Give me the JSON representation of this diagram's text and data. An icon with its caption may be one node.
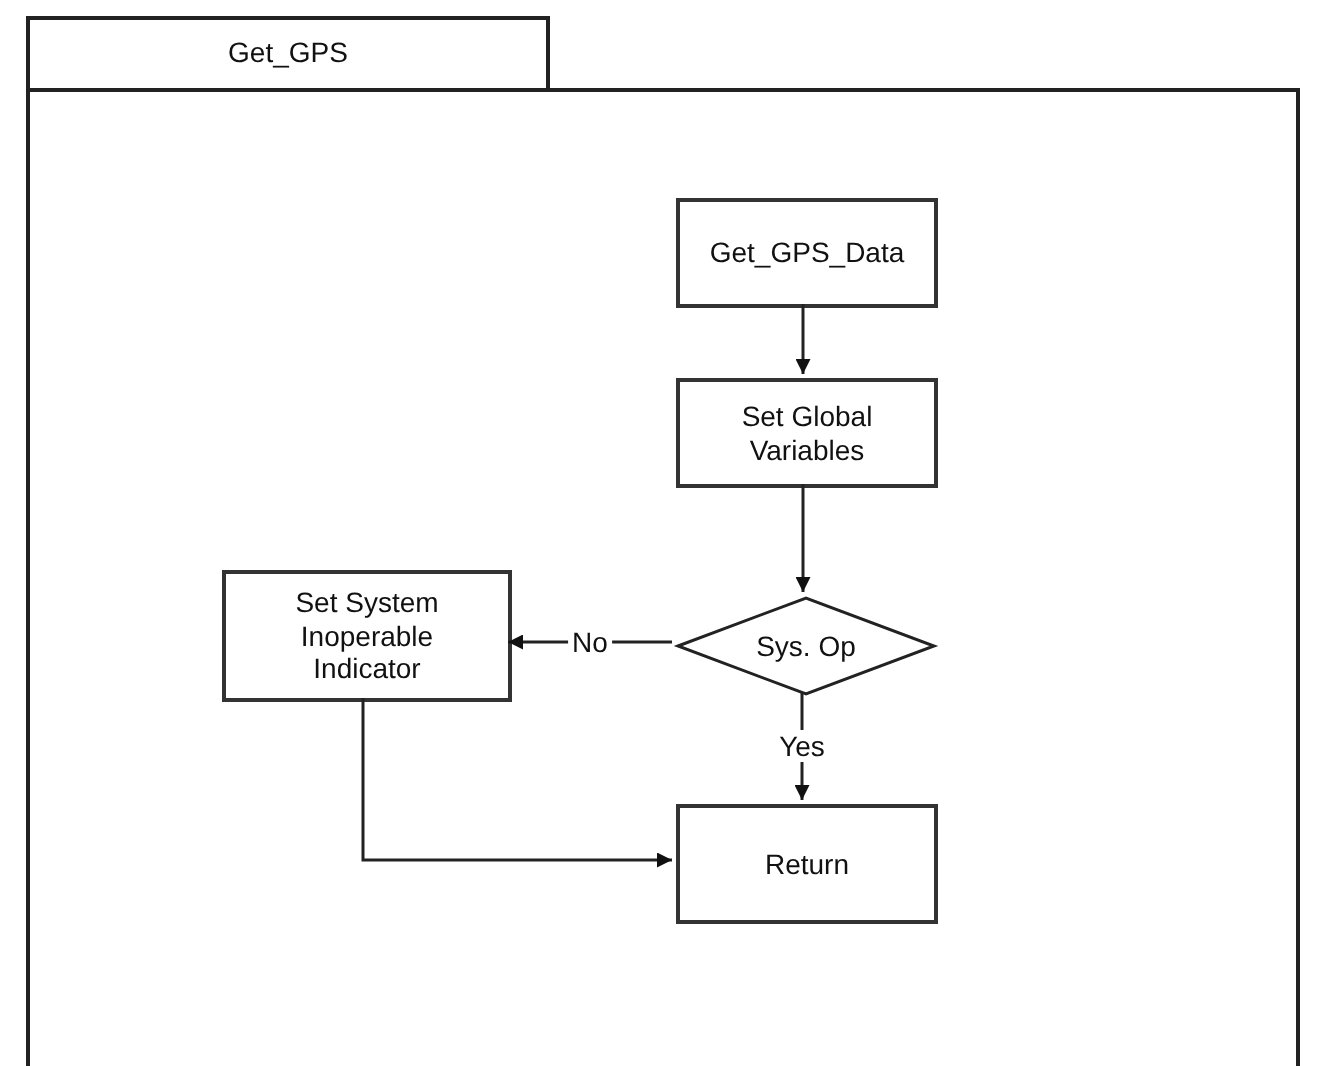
{
  "diagram": {
    "nodes": [
      {
        "text": [
          "Get_GPS"
        ]
      },
      {
        "text": [
          "Get_GPS_Data"
        ],
        "in": 0
      },
      {
        "text": [
          "Set Global Variables"
        ],
        "in": 0
      },
      {
        "text": [
          "Sys. Op"
        ],
        "in": 0
      },
      {
        "text": [
          "Set System Inoperable Indicator"
        ],
        "in": 0
      },
      {
        "text": [
          "Return"
        ],
        "in": 0
      }
    ],
    "edges": [
      {
        "from": 1,
        "to": 2,
        "arrow": "to"
      },
      {
        "from": 2,
        "to": 3,
        "arrow": "to"
      },
      {
        "from": 3,
        "to": 4,
        "arrow": "to",
        "label": "No"
      },
      {
        "from": 3,
        "to": 5,
        "arrow": "to",
        "label": "Yes"
      },
      {
        "from": 4,
        "to": 5,
        "arrow": "to"
      }
    ]
  }
}
